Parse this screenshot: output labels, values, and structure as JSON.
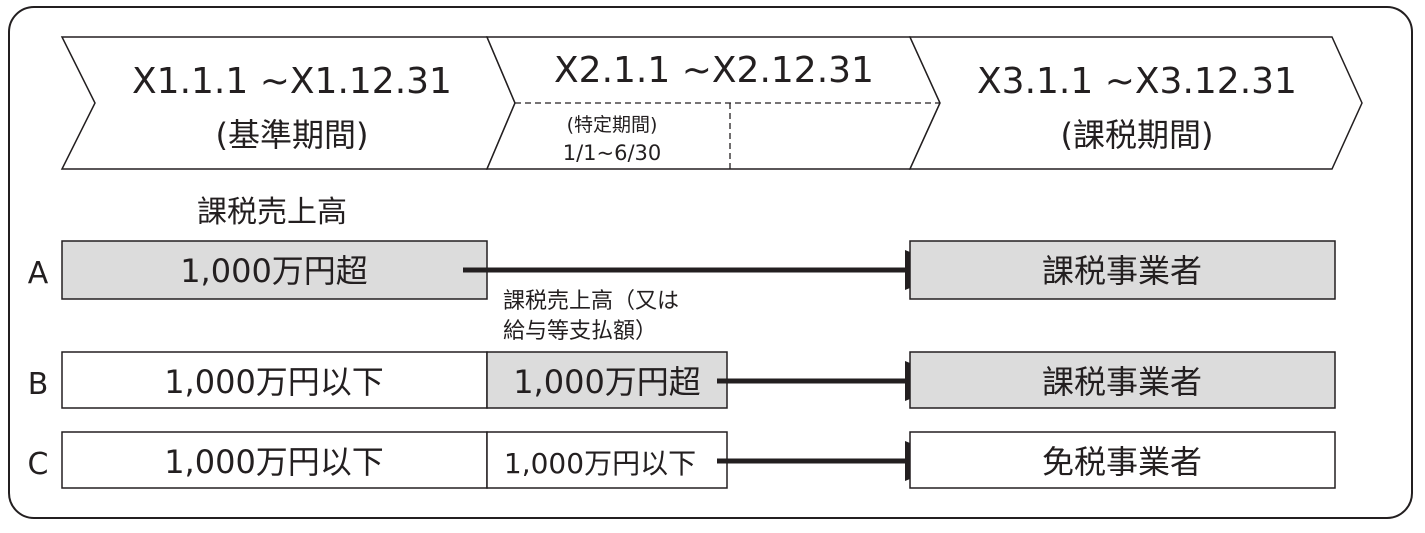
{
  "periods": [
    {
      "range": "X1.1.1 ~X1.12.31",
      "label": "(基準期間)"
    },
    {
      "range": "X2.1.1 ~X2.12.31",
      "sub_label": "(特定期間)",
      "sub_range": "1/1~6/30"
    },
    {
      "range": "X3.1.1 ~X3.12.31",
      "label": "(課税期間)"
    }
  ],
  "header_label": "課税売上高",
  "note_line1": "課税売上高（又は",
  "note_line2": "給与等支払額）",
  "rows": [
    {
      "letter": "A",
      "base": "1,000万円超",
      "specific": "",
      "result": "課税事業者"
    },
    {
      "letter": "B",
      "base": "1,000万円以下",
      "specific": "1,000万円超",
      "result": "課税事業者"
    },
    {
      "letter": "C",
      "base": "1,000万円以下",
      "specific": "1,000万円以下",
      "result": "免税事業者"
    }
  ],
  "colors": {
    "shaded": "#dcdcdc",
    "ink": "#231f20",
    "white": "#ffffff"
  }
}
